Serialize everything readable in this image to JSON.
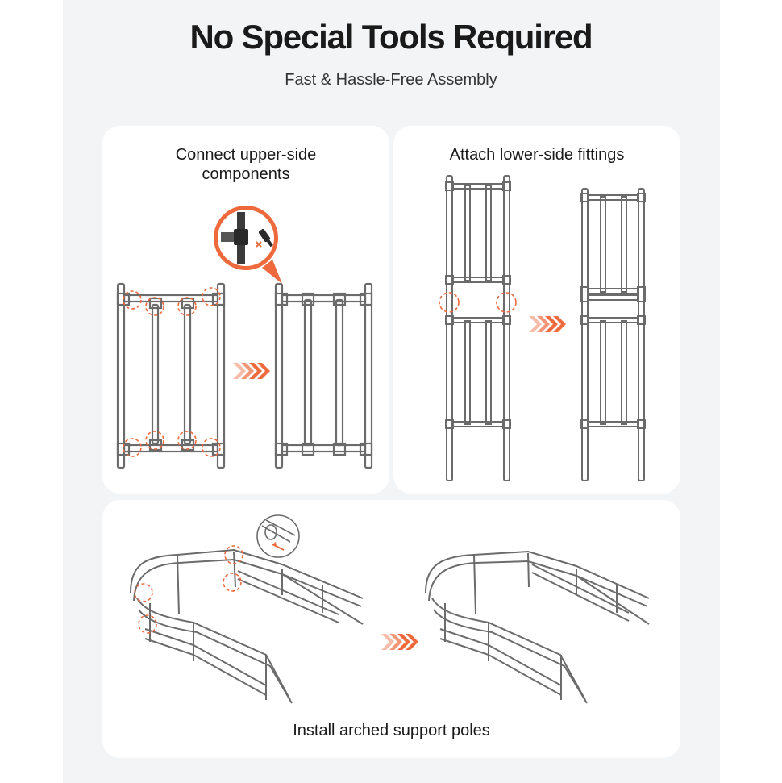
{
  "header": {
    "title": "No Special Tools Required",
    "subtitle": "Fast & Hassle-Free Assembly"
  },
  "steps": [
    {
      "label_line1": "Connect upper-side",
      "label_line2": "components",
      "icon": "connector-zoom-icon"
    },
    {
      "label": "Attach lower-side fittings"
    },
    {
      "label": "Install arched support poles",
      "icon": "pipe-insert-zoom-icon"
    }
  ],
  "colors": {
    "accent": "#ee6a3c",
    "frame": "#6b6b6b",
    "panel": "#ffffff",
    "background": "#f3f4f6"
  }
}
